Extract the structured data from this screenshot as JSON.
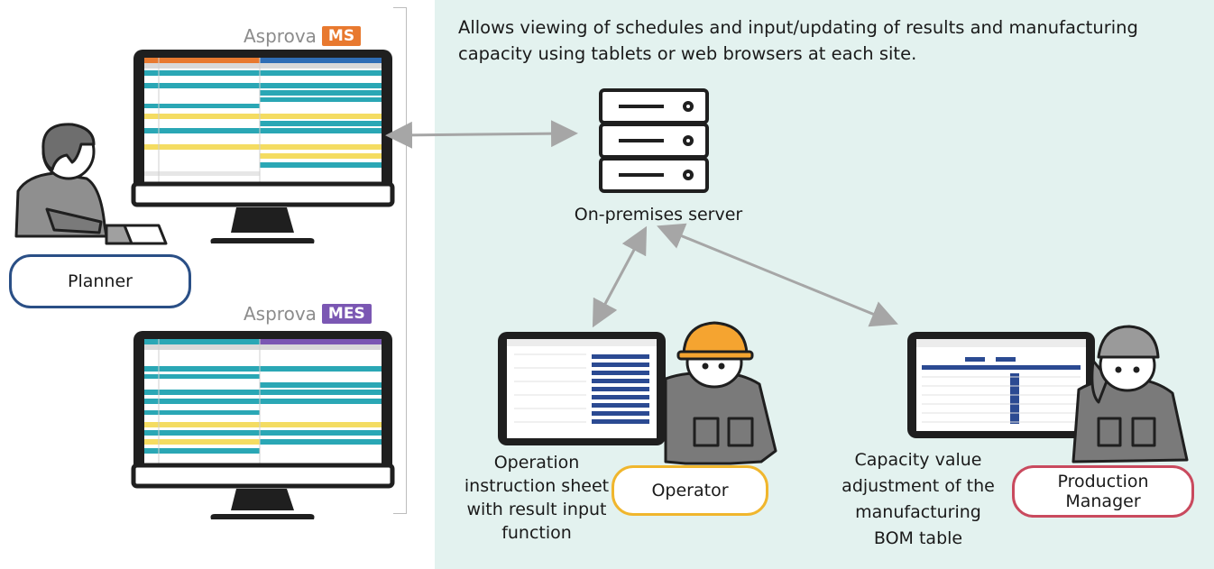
{
  "description": "Allows viewing of schedules and input/updating of results and manufacturing capacity using tablets or web browsers at each site.",
  "brand_ms": {
    "name": "Asprova",
    "tag": "MS",
    "tag_color": "#e8792f"
  },
  "brand_mes": {
    "name": "Asprova",
    "tag": "MES",
    "tag_color": "#7b57b3"
  },
  "server_label": "On-premises server",
  "roles": {
    "planner": "Planner",
    "operator": "Operator",
    "manager": "Production Manager"
  },
  "captions": {
    "operator_sheet": [
      "Operation",
      "instruction sheet",
      "with result input",
      "function"
    ],
    "capacity": [
      "Capacity value",
      "adjustment of the",
      "manufacturing",
      "BOM table"
    ]
  },
  "colors": {
    "panel": "#e3f2ef",
    "planner_border": "#2a4f86",
    "operator_border": "#f0b62d",
    "manager_border": "#c94a5e",
    "arrow": "#a6a6a6",
    "teal": "#2aa7b5",
    "yellow": "#f4dc62"
  }
}
